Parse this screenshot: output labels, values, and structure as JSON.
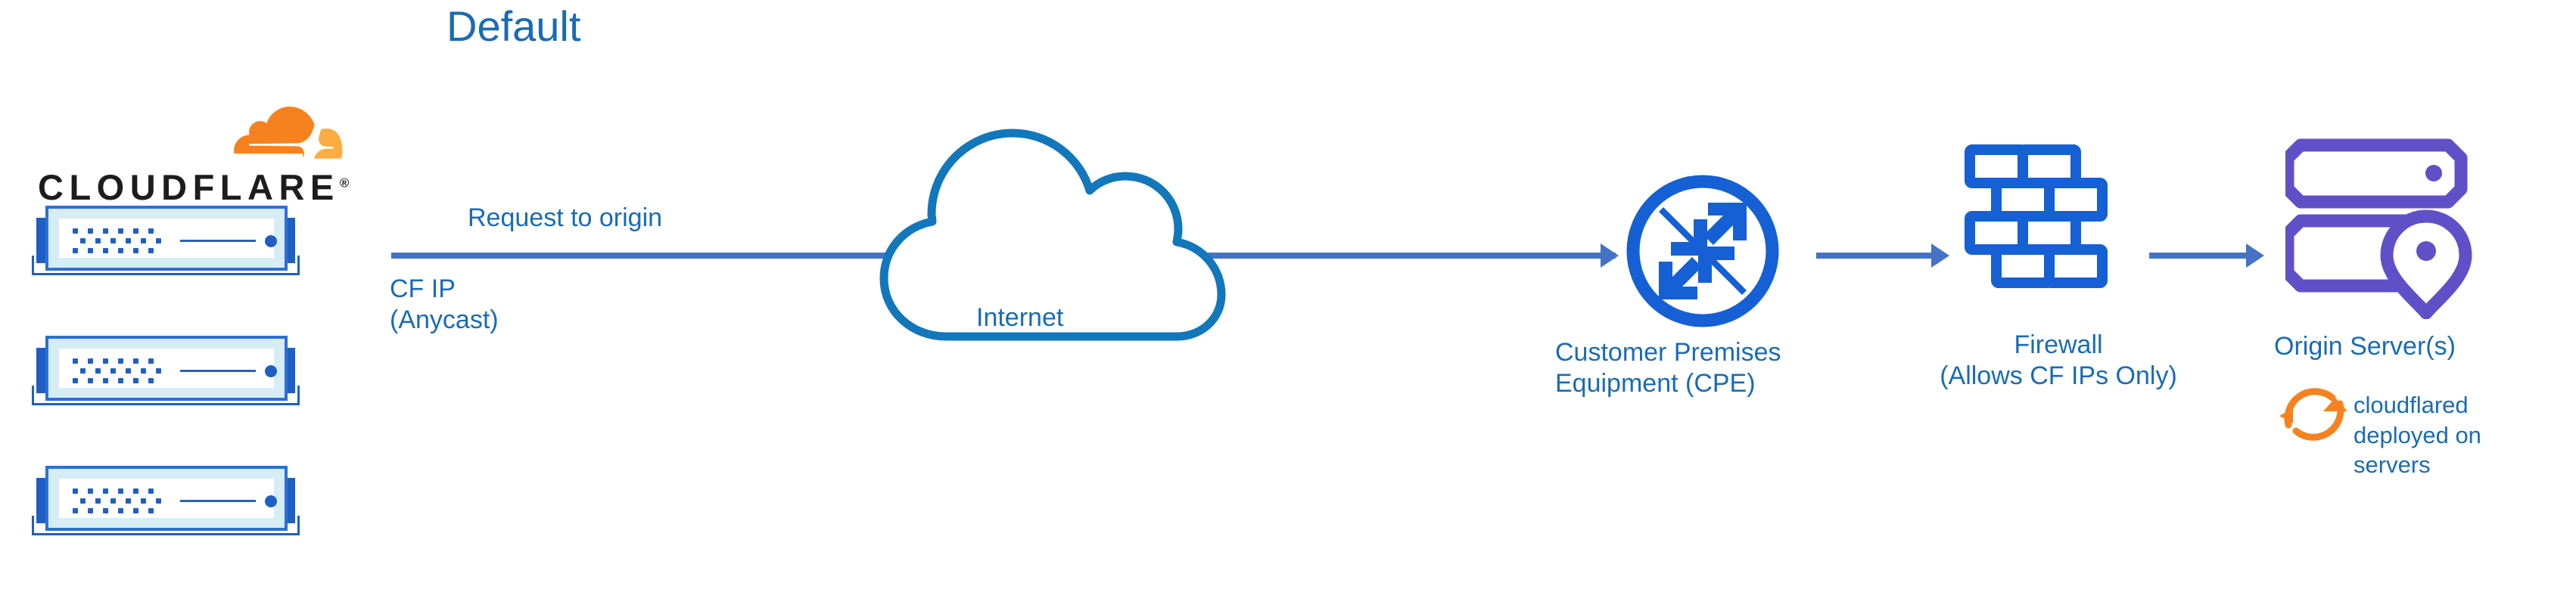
{
  "diagram": {
    "title": "Default",
    "colors": {
      "title_blue": "#1a6bb5",
      "label_blue": "#1a6bb5",
      "arrow_blue": "#4472c4",
      "icon_blue": "#1560d4",
      "cloud_blue": "#1277bb",
      "origin_purple": "#6050c8",
      "cloudflare_orange": "#f6821f",
      "cloudflare_orange_light": "#fbad41",
      "rack_border": "#2e6fd4",
      "rack_inner": "#d7edf5"
    }
  },
  "cloudflare": {
    "wordmark": "CLOUDFLARE",
    "registered_mark": "®",
    "logo_icon": "cloudflare-cloud-icon",
    "racks": [
      {
        "name": "cf-server-rack-1"
      },
      {
        "name": "cf-server-rack-2"
      },
      {
        "name": "cf-server-rack-3"
      }
    ]
  },
  "flow": {
    "request_label": "Request to origin",
    "cf_ip_label": {
      "line1": "CF IP",
      "line2": "(Anycast)"
    },
    "arrows": [
      {
        "name": "arrow-cloudflare-to-cpe"
      },
      {
        "name": "arrow-cpe-to-firewall"
      },
      {
        "name": "arrow-firewall-to-origin"
      }
    ]
  },
  "nodes": {
    "internet": {
      "label": "Internet",
      "icon": "cloud-icon"
    },
    "cpe": {
      "label_line1": "Customer Premises",
      "label_line2": "Equipment (CPE)",
      "icon": "router-icon"
    },
    "firewall": {
      "label_line1": "Firewall",
      "label_line2": "(Allows CF IPs Only)",
      "icon": "brick-wall-icon"
    },
    "origin": {
      "label": "Origin Server(s)",
      "icon": "server-location-pin-icon"
    },
    "cloudflared": {
      "label_line1": "cloudflared",
      "label_line2": "deployed on",
      "label_line3": "servers",
      "icon": "sync-circular-arrows-icon"
    }
  }
}
